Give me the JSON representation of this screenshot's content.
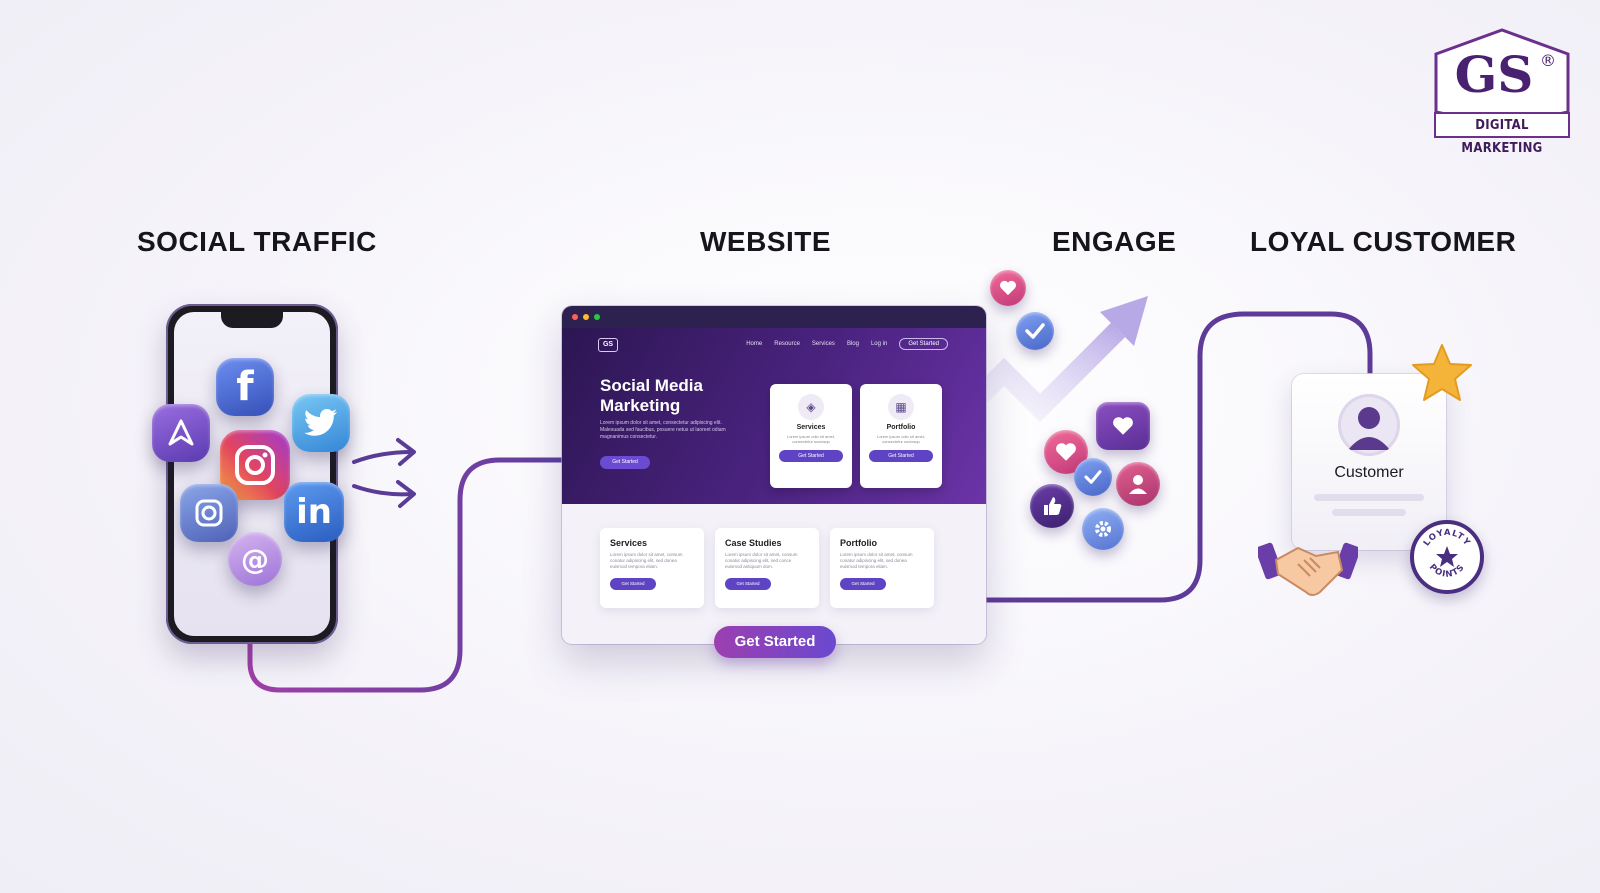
{
  "logo": {
    "mark": "GS",
    "registered": "®",
    "label": "DIGITAL MARKETING"
  },
  "stages": {
    "social": "SOCIAL TRAFFIC",
    "website": "WEBSITE",
    "engage": "ENGAGE",
    "loyal": "LOYAL CUSTOMER"
  },
  "phone_apps": [
    "facebook-icon",
    "twitter-icon",
    "instagram-icon",
    "linkedin-icon",
    "threads-icon",
    "camera-icon",
    "send-icon"
  ],
  "website": {
    "nav": [
      "Home",
      "Resource",
      "Services",
      "Blog",
      "Log in"
    ],
    "nav_button": "Get Started",
    "mini_logo": "GS",
    "hero_title": "Social Media Marketing",
    "hero_text": "Lorem ipsum dolor sit amet, consectetur adipiscing elit. Malesuada sed faucibus, posuere netus ut laoreet odiam magnanimus consectetur.",
    "hero_button": "Get Started",
    "hero_cards": [
      {
        "title": "Services",
        "text": "Lorem ipsum odio sit amet, consectetur sociosqu",
        "button": "Get Started"
      },
      {
        "title": "Portfolio",
        "text": "Lorem ipsum odio sit amet, consectetur sociosqu",
        "button": "Get Started"
      }
    ],
    "sections": [
      {
        "title": "Services",
        "text": "Lorem ipsum dolor sit amet, consum conatur adipiscing elit, sed donea euismod tempora eliam.",
        "button": "Get Started"
      },
      {
        "title": "Case Studies",
        "text": "Lorem ipsum dolor sit amet, consum conatur adipiscing elit, sed conce euismod antiquum dom.",
        "button": "Get Started"
      },
      {
        "title": "Portfolio",
        "text": "Lorem ipsum dolor sit amet, consum conatur adipiscing elit, sed donea euismod tempora eliam.",
        "button": "Get Started"
      }
    ],
    "cta": "Get Started"
  },
  "customer": {
    "label": "Customer",
    "badge_top": "LOYALTY",
    "badge_bottom": "POINTS"
  },
  "colors": {
    "accent": "#6a49cf",
    "deep_purple": "#4b2380",
    "flow_line": "#8a3c9e",
    "star": "#f4b43a"
  }
}
